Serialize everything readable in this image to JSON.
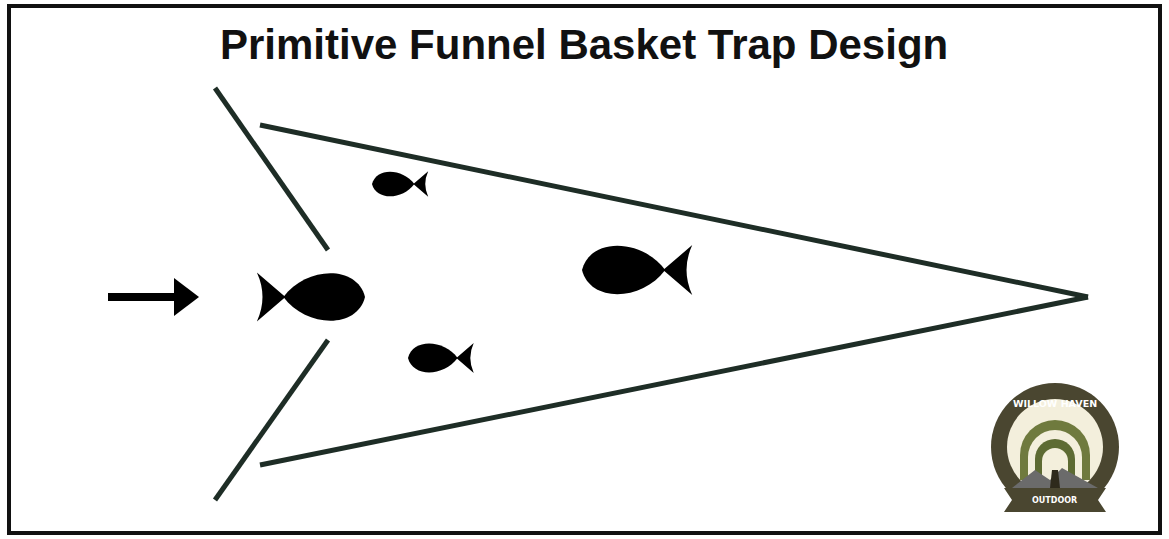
{
  "diagram": {
    "title": "Primitive Funnel Basket Trap Design",
    "labels": [
      "WILLOW HAVEN",
      "OUTDOOR"
    ]
  }
}
